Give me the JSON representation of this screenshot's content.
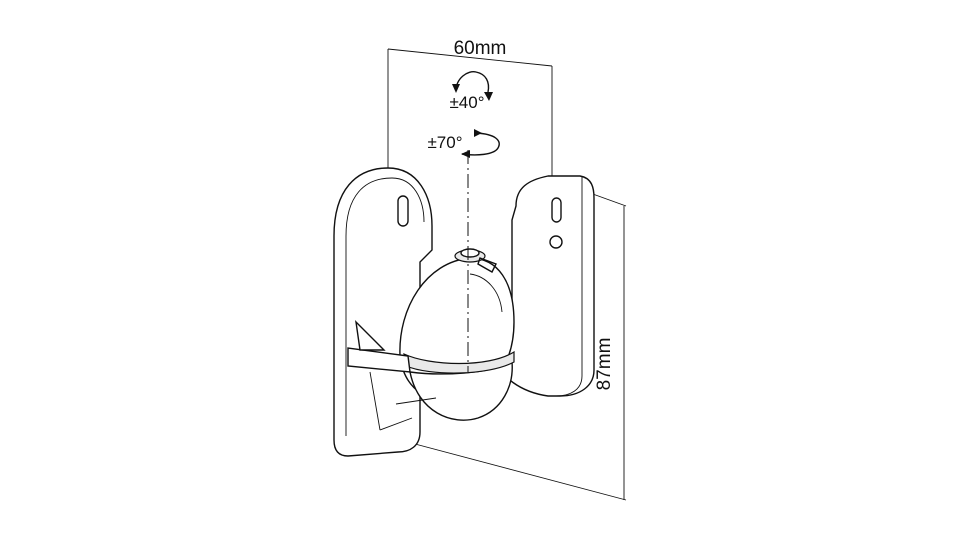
{
  "dimensions": {
    "width_label": "60mm",
    "height_label": "87mm"
  },
  "rotations": {
    "tilt_label": "±40°",
    "swivel_label": "±70°"
  },
  "colors": {
    "line": "#111111",
    "background": "#ffffff",
    "shade": "#e9e9e9"
  }
}
